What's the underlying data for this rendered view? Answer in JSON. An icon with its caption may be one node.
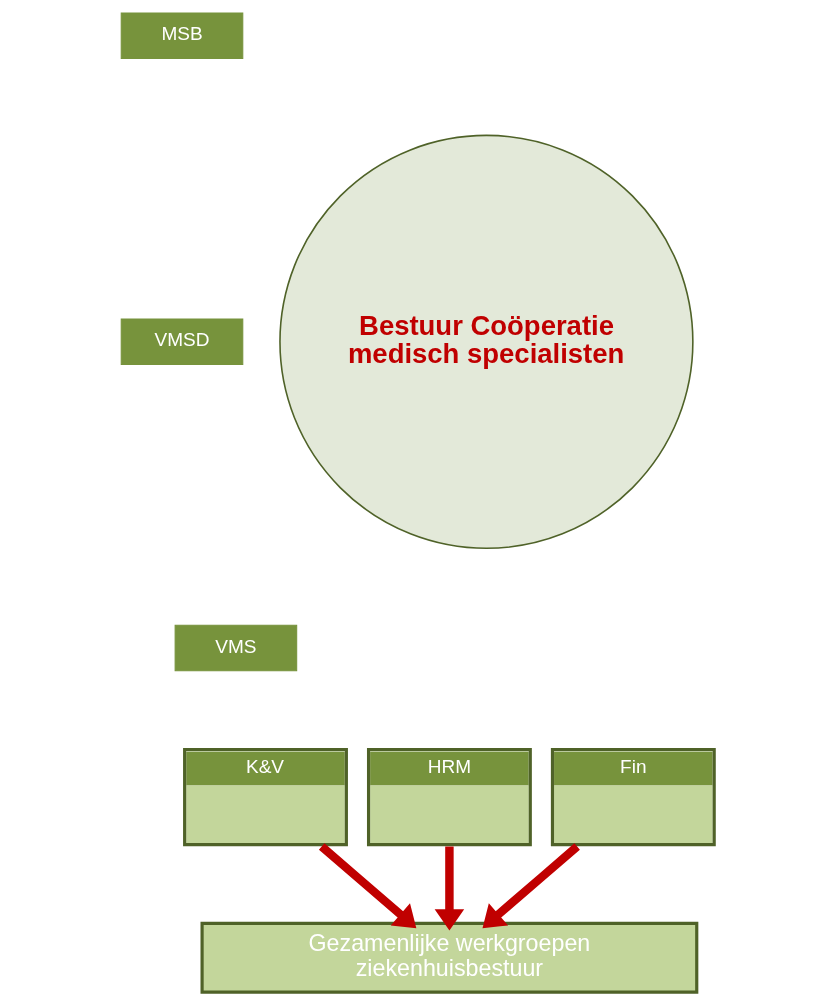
{
  "diagram": {
    "nodes": [
      {
        "text": [
          "Bestuur Coöperatie medisch specialisten"
        ]
      },
      {
        "text": [
          "MSB"
        ]
      },
      {
        "text": [
          "VMSD"
        ]
      },
      {
        "text": [
          "VMS"
        ]
      },
      {
        "text": [
          "K&V"
        ]
      },
      {
        "text": [
          "Fin"
        ]
      },
      {
        "text": [
          "HRM"
        ]
      },
      {
        "text": [
          "Gezamenlijke werkgroepen ziekenhuisbestuur"
        ]
      }
    ],
    "edges": [
      {
        "from": 4,
        "to": 7,
        "arrow": "to",
        "color": "#c00000"
      },
      {
        "from": 5,
        "to": 7,
        "arrow": "to",
        "color": "#c00000"
      },
      {
        "from": 6,
        "to": 7,
        "arrow": "to",
        "color": "#c00000"
      }
    ]
  }
}
